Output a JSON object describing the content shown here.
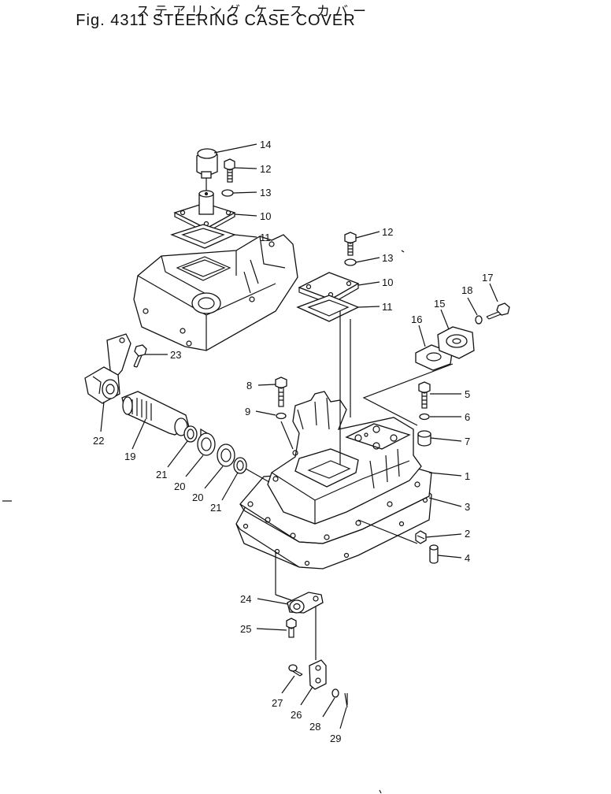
{
  "header": {
    "title_jp": "ステアリング ケース カバー",
    "title_en": "Fig. 4311 STEERING CASE COVER"
  },
  "callouts": [
    {
      "id": "c14",
      "label": "14"
    },
    {
      "id": "c12a",
      "label": "12"
    },
    {
      "id": "c13a",
      "label": "13"
    },
    {
      "id": "c10a",
      "label": "10"
    },
    {
      "id": "c11a",
      "label": "11"
    },
    {
      "id": "c12b",
      "label": "12"
    },
    {
      "id": "c13b",
      "label": "13"
    },
    {
      "id": "c10b",
      "label": "10"
    },
    {
      "id": "c11b",
      "label": "11"
    },
    {
      "id": "c17",
      "label": "17"
    },
    {
      "id": "c18",
      "label": "18"
    },
    {
      "id": "c15",
      "label": "15"
    },
    {
      "id": "c16",
      "label": "16"
    },
    {
      "id": "c23",
      "label": "23"
    },
    {
      "id": "c8",
      "label": "8"
    },
    {
      "id": "c5",
      "label": "5"
    },
    {
      "id": "c9",
      "label": "9"
    },
    {
      "id": "c6",
      "label": "6"
    },
    {
      "id": "c7",
      "label": "7"
    },
    {
      "id": "c22",
      "label": "22"
    },
    {
      "id": "c19",
      "label": "19"
    },
    {
      "id": "c1",
      "label": "1"
    },
    {
      "id": "c21a",
      "label": "21"
    },
    {
      "id": "c20a",
      "label": "20"
    },
    {
      "id": "c20b",
      "label": "20"
    },
    {
      "id": "c21b",
      "label": "21"
    },
    {
      "id": "c3",
      "label": "3"
    },
    {
      "id": "c2",
      "label": "2"
    },
    {
      "id": "c4",
      "label": "4"
    },
    {
      "id": "c24",
      "label": "24"
    },
    {
      "id": "c25",
      "label": "25"
    },
    {
      "id": "c27",
      "label": "27"
    },
    {
      "id": "c26",
      "label": "26"
    },
    {
      "id": "c28",
      "label": "28"
    },
    {
      "id": "c29",
      "label": "29"
    }
  ]
}
